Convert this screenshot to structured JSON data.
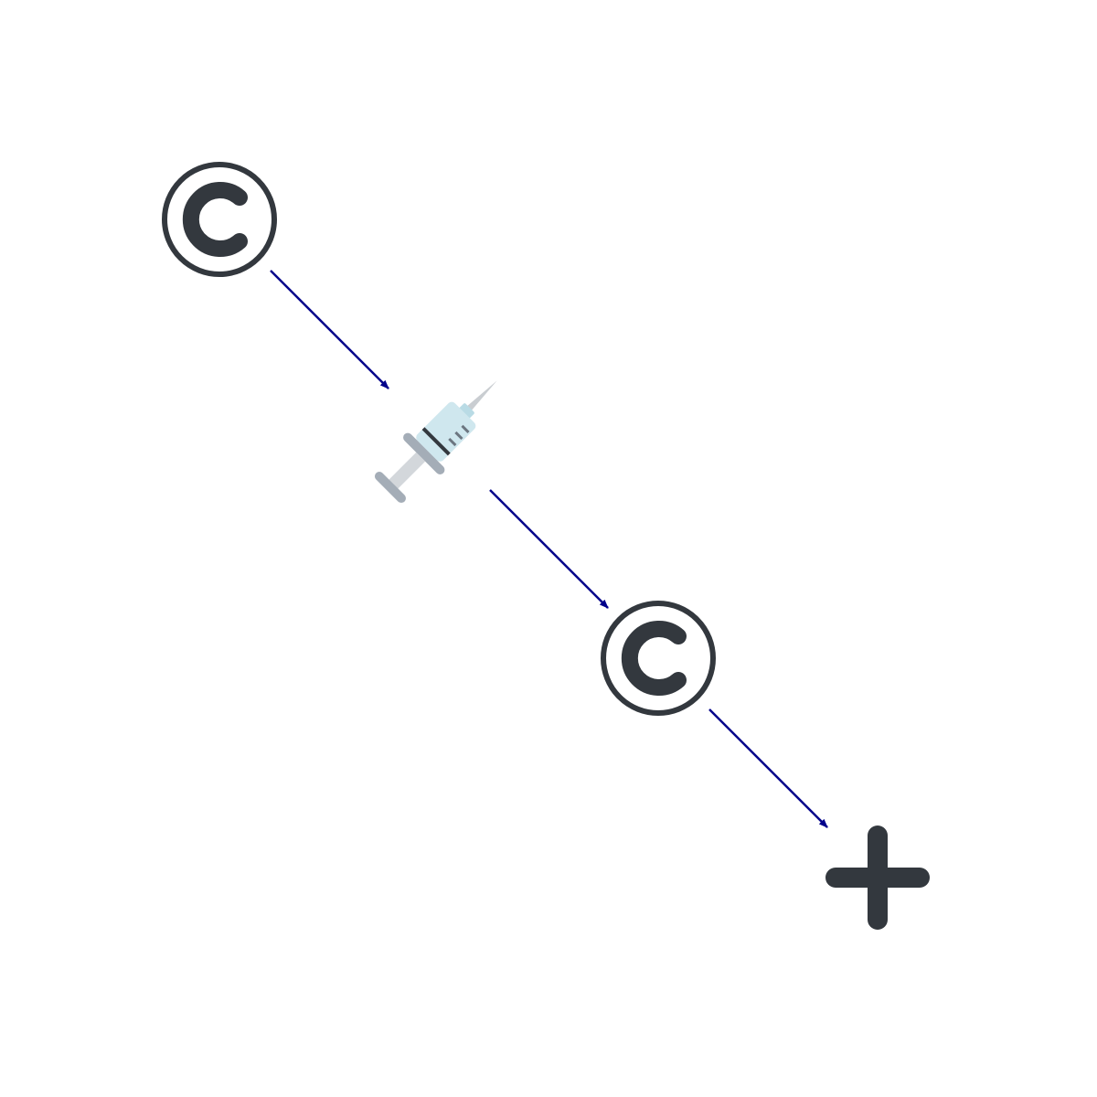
{
  "diagram": {
    "nodes": [
      {
        "id": "copyright-1",
        "icon": "copyright-icon"
      },
      {
        "id": "syringe",
        "icon": "syringe-icon"
      },
      {
        "id": "copyright-2",
        "icon": "copyright-icon"
      },
      {
        "id": "plus",
        "icon": "plus-icon"
      }
    ],
    "edges": [
      {
        "from": "copyright-1",
        "to": "syringe"
      },
      {
        "from": "syringe",
        "to": "copyright-2"
      },
      {
        "from": "copyright-2",
        "to": "plus"
      }
    ]
  },
  "colors": {
    "icon": "#33383e",
    "arrow": "#00008b",
    "syringe_barrel": "#cfe7ee",
    "syringe_gray": "#a4adb7",
    "syringe_plunger": "#d3d7db",
    "needle": "#c9cdd1",
    "background": "#ffffff"
  }
}
